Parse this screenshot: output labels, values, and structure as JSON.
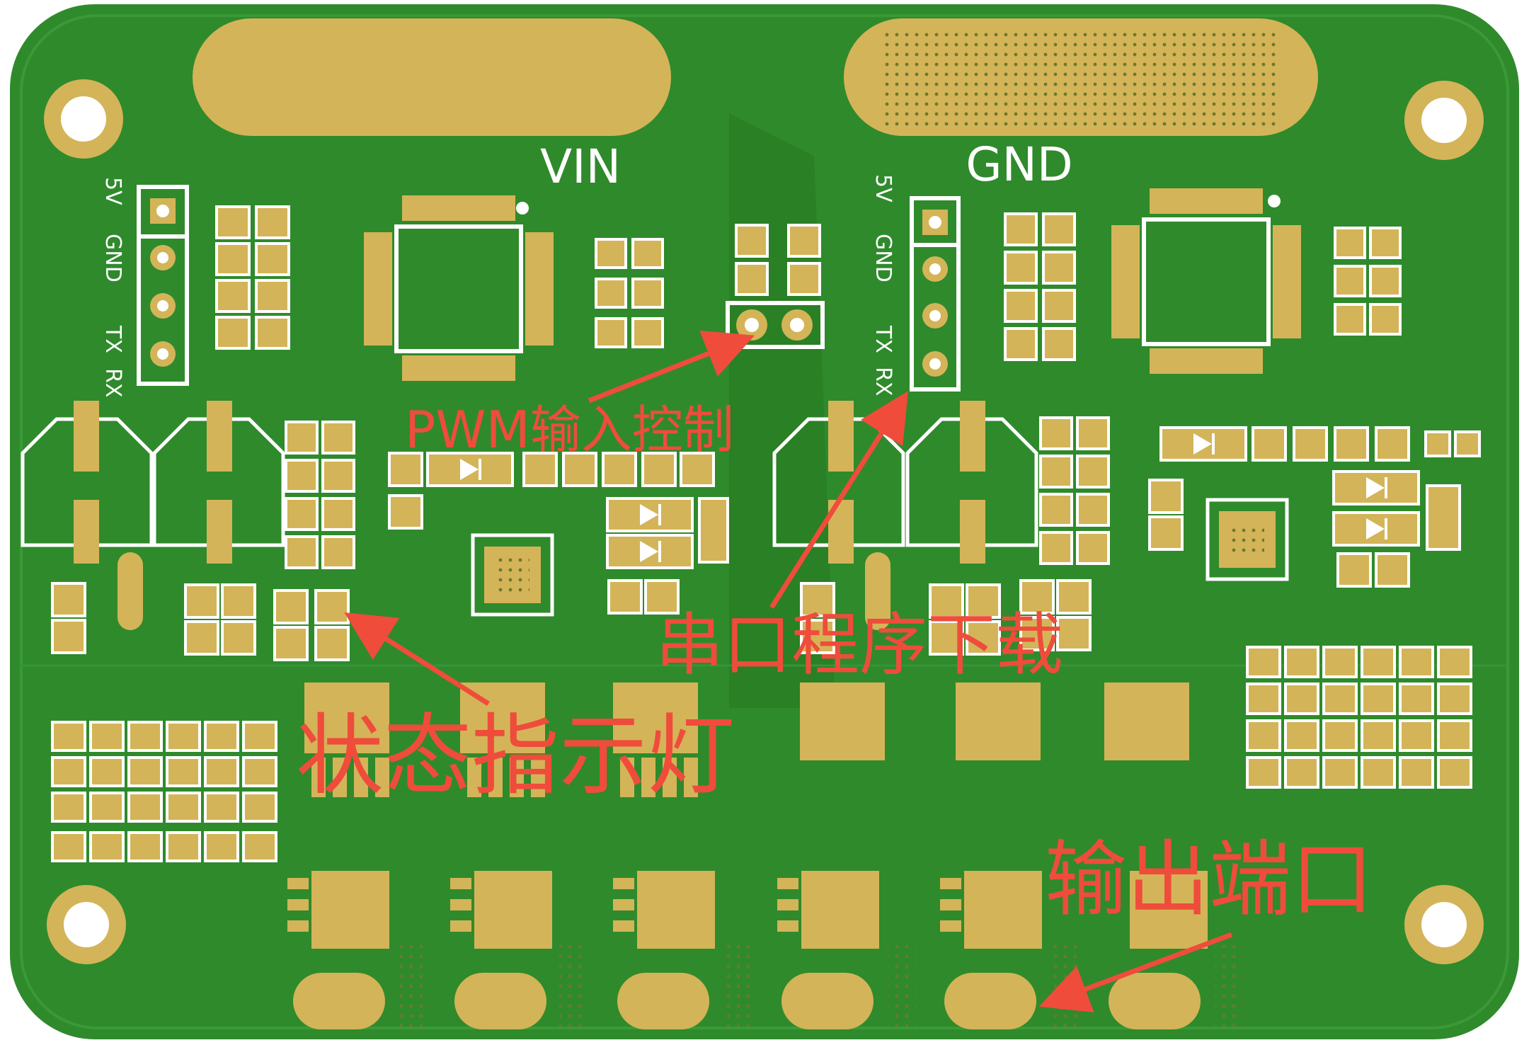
{
  "colors": {
    "board": "#2f8a2c",
    "board_dark": "#267a24",
    "pad": "#d4b458",
    "silk": "#ffffff",
    "annotation": "#ef4c3c"
  },
  "silkscreen": {
    "vin": "VIN",
    "gnd": "GND",
    "header1": [
      "5V",
      "GND",
      "TX",
      "RX"
    ],
    "header2": [
      "5V",
      "GND",
      "TX",
      "RX"
    ]
  },
  "annotations": {
    "pwm": "PWM输入控制",
    "uart": "串口程序下载",
    "status": "状态指示灯",
    "output": "输出端口"
  },
  "icons": [
    "mounting-hole-icon",
    "diode-icon",
    "arrow-icon"
  ]
}
